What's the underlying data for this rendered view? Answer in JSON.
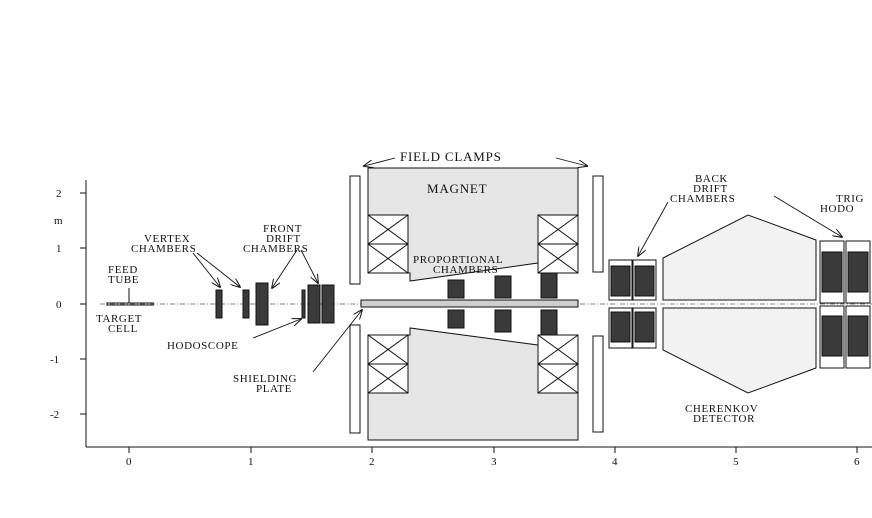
{
  "axes": {
    "y_unit": "m",
    "x_ticks": [
      "0",
      "1",
      "2",
      "3",
      "4",
      "5",
      "6"
    ],
    "y_ticks": [
      "2",
      "1",
      "0",
      "-1",
      "-2"
    ]
  },
  "labels": {
    "field_clamps": "FIELD CLAMPS",
    "magnet": "MAGNET",
    "proportional_1": "PROPORTIONAL",
    "proportional_2": "CHAMBERS",
    "back_drift_1": "BACK",
    "back_drift_2": "DRIFT",
    "back_drift_3": "CHAMBERS",
    "trig_1": "TRIG",
    "trig_2": "HODO",
    "vertex_1": "VERTEX",
    "vertex_2": "CHAMBERS",
    "front_drift_1": "FRONT",
    "front_drift_2": "DRIFT",
    "front_drift_3": "CHAMBERS",
    "feed_1": "FEED",
    "feed_2": "TUBE",
    "target_1": "TARGET",
    "target_2": "CELL",
    "hodoscope": "HODOSCOPE",
    "shielding_1": "SHIELDING",
    "shielding_2": "PLATE",
    "cherenkov_1": "CHERENKOV",
    "cherenkov_2": "DETECTOR"
  },
  "colors": {
    "ink": "#111111",
    "magnet_fill": "#e6e6e6",
    "detector_fill": "#3a3a3a",
    "cherenkov_fill": "#f2f2f2"
  }
}
